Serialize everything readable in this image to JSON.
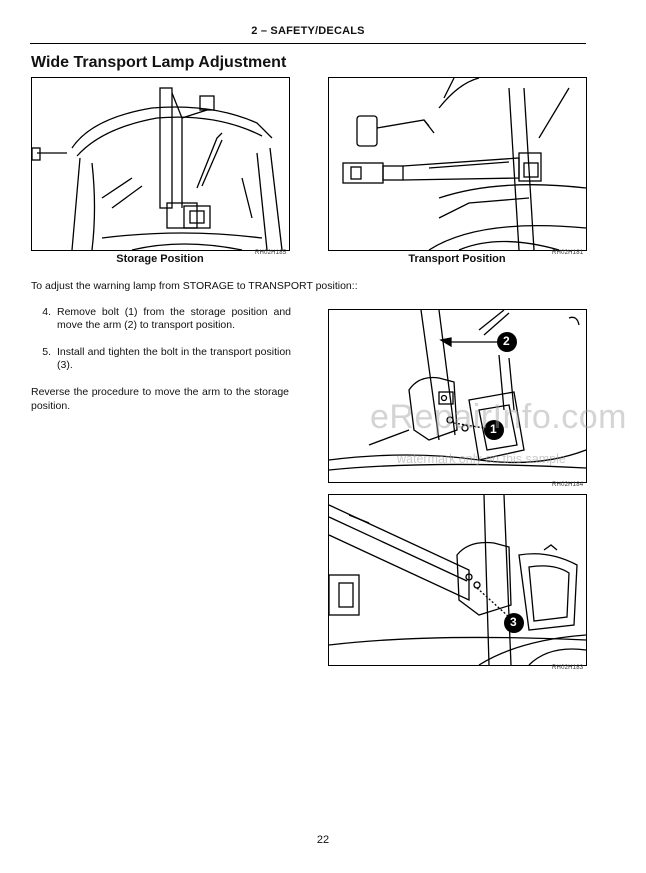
{
  "header": "2 – SAFETY/DECALS",
  "title": "Wide Transport Lamp Adjustment",
  "figures": [
    {
      "code": "RH02H185",
      "caption": "Storage Position"
    },
    {
      "code": "RH02H181",
      "caption": "Transport Position"
    },
    {
      "code": "RH02H184",
      "callouts": [
        "2",
        "1"
      ]
    },
    {
      "code": "RH02H183",
      "callouts": [
        "3"
      ]
    }
  ],
  "intro": "To adjust the warning lamp from STORAGE to TRANSPORT position::",
  "steps": [
    {
      "number": "4.",
      "text": "Remove bolt (1) from the storage position and move the arm (2) to transport position."
    },
    {
      "number": "5.",
      "text": "Install and tighten the bolt in the transport position (3)."
    }
  ],
  "reverse": "Reverse the procedure to move the arm to the storage position.",
  "watermark": {
    "main": "eRepairInfo.com",
    "sub": "watermark only on this sample"
  },
  "page_number": "22"
}
